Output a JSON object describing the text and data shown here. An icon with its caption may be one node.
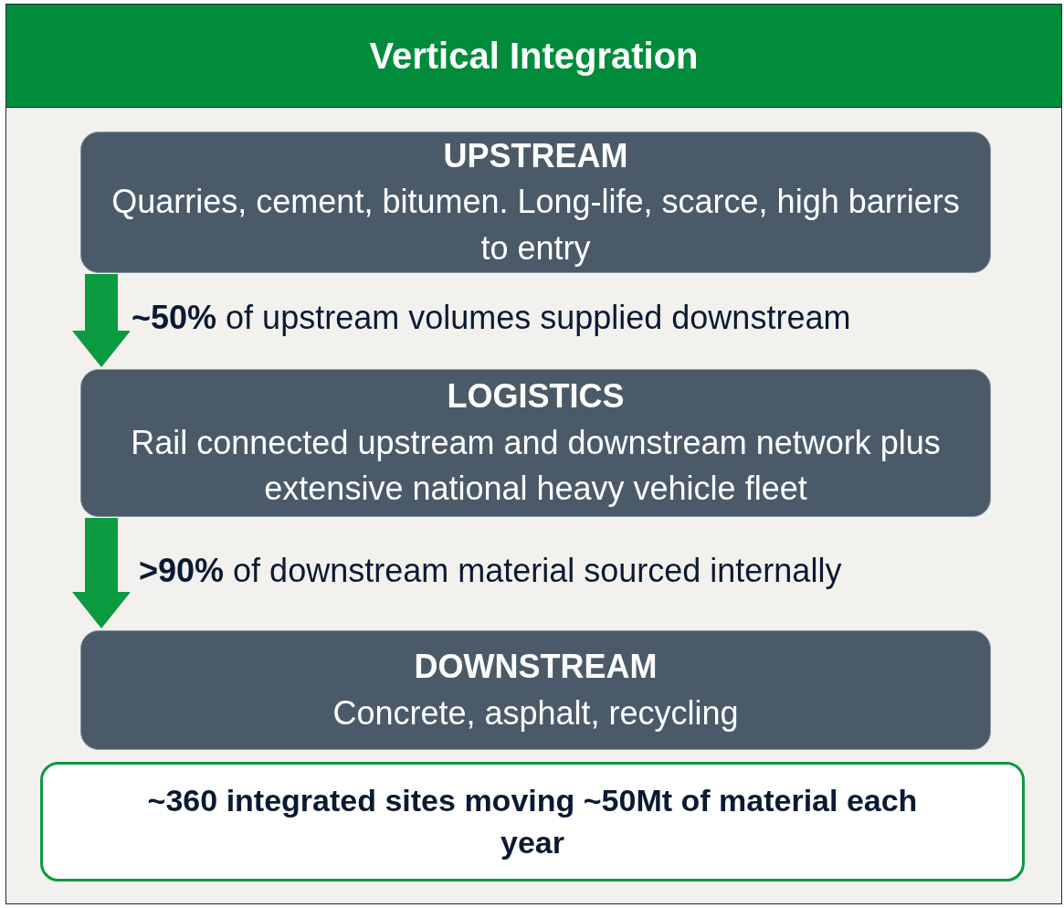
{
  "diagram": {
    "title": "Vertical Integration",
    "nodes": [
      {
        "text": [
          "UPSTREAM",
          "Quarries, cement, bitumen. Long-life, scarce, high barriers to entry"
        ]
      },
      {
        "text": [
          "LOGISTICS",
          "Rail connected upstream and downstream network plus extensive national heavy vehicle fleet"
        ]
      },
      {
        "text": [
          "DOWNSTREAM",
          "Concrete, asphalt, recycling"
        ]
      },
      {
        "text": [
          "~360 integrated sites moving ~50Mt of material each year"
        ]
      }
    ],
    "edges": [
      {
        "from": 0,
        "to": 1,
        "arrow": "to",
        "label": "**~50%**  of upstream volumes supplied downstream"
      },
      {
        "from": 1,
        "to": 2,
        "arrow": "to",
        "label": "**>90%**  of downstream material sourced internally"
      }
    ]
  }
}
